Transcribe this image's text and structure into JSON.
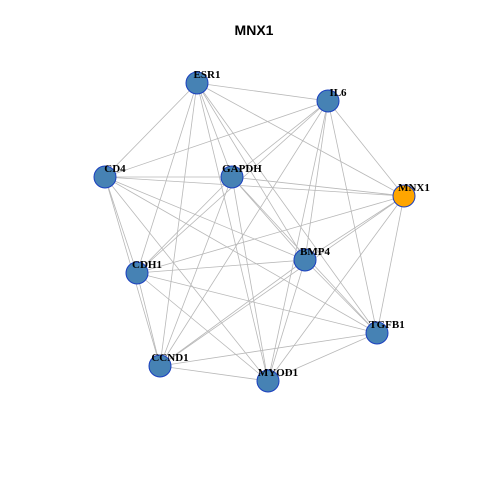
{
  "title": "MNX1",
  "colors": {
    "node_default": "#4682b4",
    "node_highlight": "#ffa500",
    "node_border": "#1a3fbf",
    "edge": "#b8b8b8"
  },
  "nodes": [
    {
      "id": "ESR1",
      "label": "ESR1",
      "highlight": false
    },
    {
      "id": "IL6",
      "label": "IL6",
      "highlight": false
    },
    {
      "id": "CD4",
      "label": "CD4",
      "highlight": false
    },
    {
      "id": "GAPDH",
      "label": "GAPDH",
      "highlight": false
    },
    {
      "id": "MNX1",
      "label": "MNX1",
      "highlight": true
    },
    {
      "id": "BMP4",
      "label": "BMP4",
      "highlight": false
    },
    {
      "id": "CDH1",
      "label": "CDH1",
      "highlight": false
    },
    {
      "id": "TGFB1",
      "label": "TGFB1",
      "highlight": false
    },
    {
      "id": "CCND1",
      "label": "CCND1",
      "highlight": false
    },
    {
      "id": "MYOD1",
      "label": "MYOD1",
      "highlight": false
    }
  ],
  "edges": [
    [
      "ESR1",
      "IL6"
    ],
    [
      "ESR1",
      "CD4"
    ],
    [
      "ESR1",
      "GAPDH"
    ],
    [
      "ESR1",
      "MNX1"
    ],
    [
      "ESR1",
      "BMP4"
    ],
    [
      "ESR1",
      "CDH1"
    ],
    [
      "ESR1",
      "TGFB1"
    ],
    [
      "ESR1",
      "CCND1"
    ],
    [
      "ESR1",
      "MYOD1"
    ],
    [
      "IL6",
      "CD4"
    ],
    [
      "IL6",
      "GAPDH"
    ],
    [
      "IL6",
      "MNX1"
    ],
    [
      "IL6",
      "BMP4"
    ],
    [
      "IL6",
      "CDH1"
    ],
    [
      "IL6",
      "TGFB1"
    ],
    [
      "IL6",
      "CCND1"
    ],
    [
      "IL6",
      "MYOD1"
    ],
    [
      "CD4",
      "GAPDH"
    ],
    [
      "CD4",
      "MNX1"
    ],
    [
      "CD4",
      "BMP4"
    ],
    [
      "CD4",
      "CDH1"
    ],
    [
      "CD4",
      "TGFB1"
    ],
    [
      "CD4",
      "CCND1"
    ],
    [
      "CD4",
      "MYOD1"
    ],
    [
      "GAPDH",
      "MNX1"
    ],
    [
      "GAPDH",
      "BMP4"
    ],
    [
      "GAPDH",
      "CDH1"
    ],
    [
      "GAPDH",
      "TGFB1"
    ],
    [
      "GAPDH",
      "CCND1"
    ],
    [
      "GAPDH",
      "MYOD1"
    ],
    [
      "MNX1",
      "BMP4"
    ],
    [
      "MNX1",
      "CDH1"
    ],
    [
      "MNX1",
      "TGFB1"
    ],
    [
      "MNX1",
      "CCND1"
    ],
    [
      "MNX1",
      "MYOD1"
    ],
    [
      "BMP4",
      "CDH1"
    ],
    [
      "BMP4",
      "TGFB1"
    ],
    [
      "BMP4",
      "CCND1"
    ],
    [
      "BMP4",
      "MYOD1"
    ],
    [
      "CDH1",
      "TGFB1"
    ],
    [
      "CDH1",
      "CCND1"
    ],
    [
      "CDH1",
      "MYOD1"
    ],
    [
      "TGFB1",
      "CCND1"
    ],
    [
      "TGFB1",
      "MYOD1"
    ],
    [
      "CCND1",
      "MYOD1"
    ]
  ]
}
